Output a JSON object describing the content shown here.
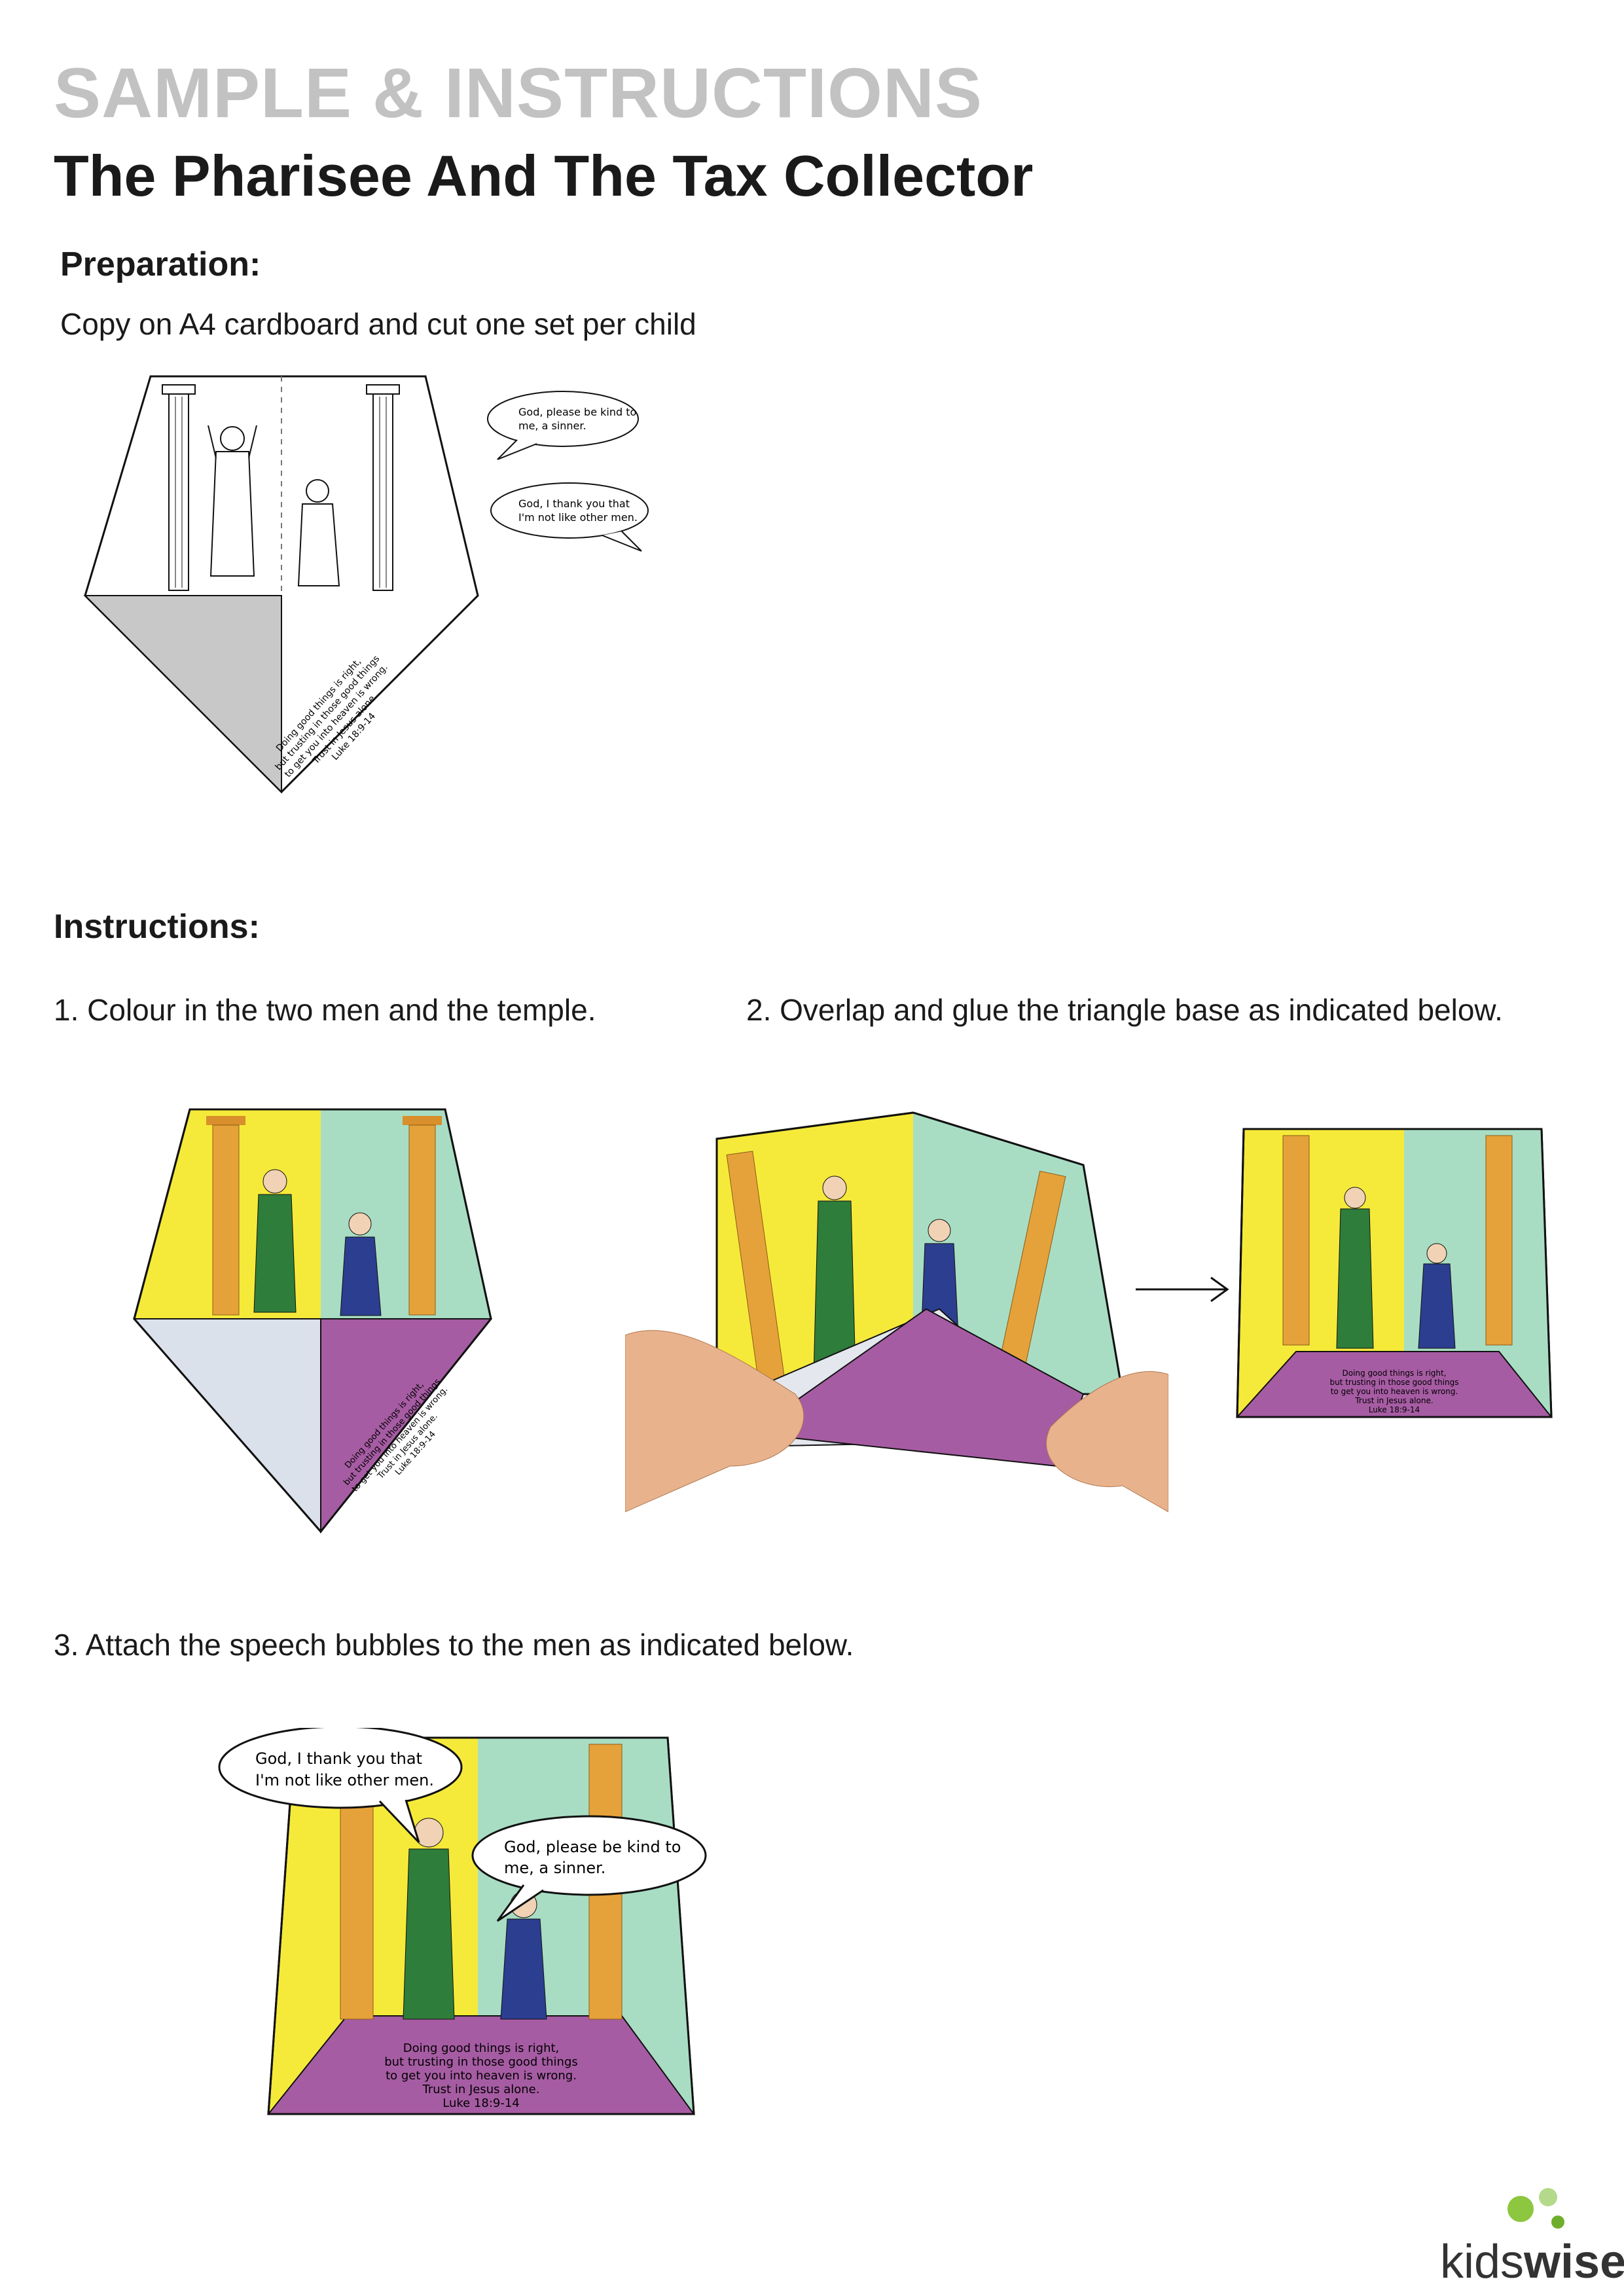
{
  "header": {
    "kicker": "SAMPLE & INSTRUCTIONS",
    "title": "The Pharisee And The Tax Collector"
  },
  "preparation": {
    "heading": "Preparation:",
    "text": "Copy on A4 cardboard and cut one set per child"
  },
  "bubbles": {
    "tax_collector": {
      "line1": "God, please be kind to",
      "line2": "me, a sinner."
    },
    "pharisee": {
      "line1": "God, I thank you that",
      "line2": "I'm not like other men."
    }
  },
  "verse": {
    "line1": "Doing good things is right,",
    "line2": "but trusting in those good things",
    "line3": "to get you into heaven is wrong.",
    "line4": "Trust in Jesus alone.",
    "line5": "Luke 18:9-14"
  },
  "instructions": {
    "heading": "Instructions:",
    "step1": "1. Colour in the two men and the temple.",
    "step2": "2. Overlap and glue the triangle base as indicated below.",
    "step3": "3. Attach the speech bubbles to the men as indicated below."
  },
  "logo": {
    "part1": "kids",
    "part2": "wise"
  },
  "colors": {
    "yellow": "#f5ea3a",
    "mint": "#a8ddc4",
    "purple": "#a65ca3",
    "green": "#2e7d3a",
    "blue": "#2c3e8f",
    "pillar": "#d98f2b",
    "grey": "#c8c8c8",
    "logo_green": "#8dc63f"
  }
}
